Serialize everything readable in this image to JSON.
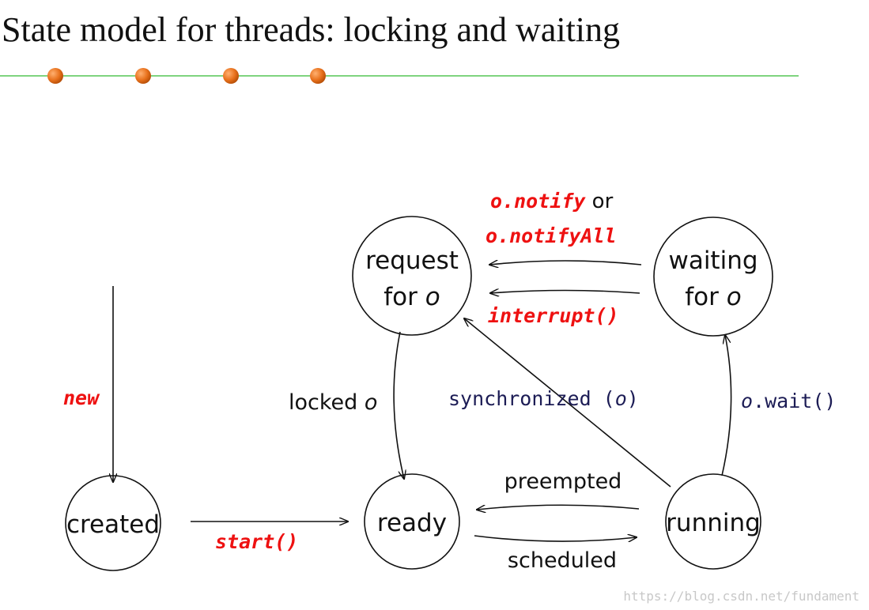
{
  "title": "State model for threads: locking and waiting",
  "colors": {
    "rule": "#33bb33",
    "bullet": "#e8711c",
    "red": "#ee1111",
    "navy": "#1c1c55"
  },
  "nodes": {
    "created": "created",
    "ready": "ready",
    "running": "running",
    "request_line1": "request",
    "request_line2": "for",
    "waiting_line1": "waiting",
    "waiting_line2": "for",
    "object": "o"
  },
  "edges": {
    "new": "new",
    "start": "start()",
    "preempted": "preempted",
    "scheduled": "scheduled",
    "locked": "locked",
    "synchronized": "synchronized (",
    "synchronized_close": ")",
    "wait": ".wait()",
    "notify": ".notify",
    "notify_or": " or",
    "notify_all": ".notifyAll",
    "interrupt": "interrupt()"
  },
  "watermark": "https://blog.csdn.net/fundament"
}
